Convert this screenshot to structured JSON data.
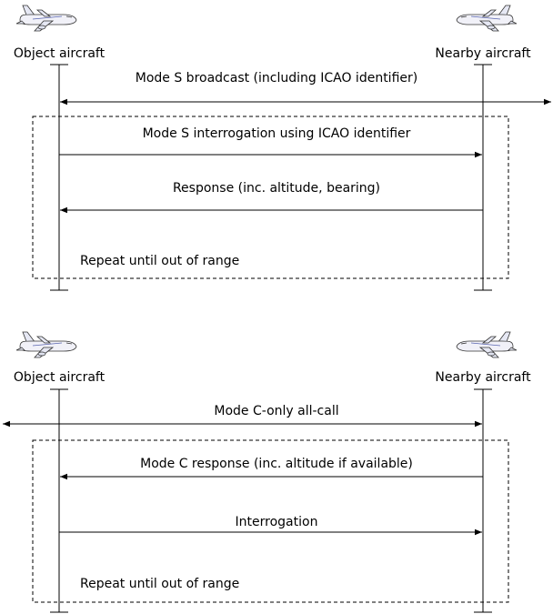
{
  "panels": [
    {
      "left_label": "Object aircraft",
      "right_label": "Nearby aircraft",
      "messages": [
        {
          "text": "Mode S broadcast (including ICAO identifier)",
          "direction": "both"
        },
        {
          "text": "Mode S interrogation using ICAO identifier",
          "direction": "right"
        },
        {
          "text": "Response (inc. altitude, bearing)",
          "direction": "left"
        }
      ],
      "loop_label": "Repeat until out of range"
    },
    {
      "left_label": "Object aircraft",
      "right_label": "Nearby aircraft",
      "messages": [
        {
          "text": "Mode C-only all-call",
          "direction": "both"
        },
        {
          "text": "Mode C response (inc. altitude if available)",
          "direction": "left"
        },
        {
          "text": "Interrogation",
          "direction": "right"
        }
      ],
      "loop_label": "Repeat until out of range"
    }
  ],
  "icons": {
    "object": "airplane-right-icon",
    "nearby": "airplane-left-icon"
  }
}
